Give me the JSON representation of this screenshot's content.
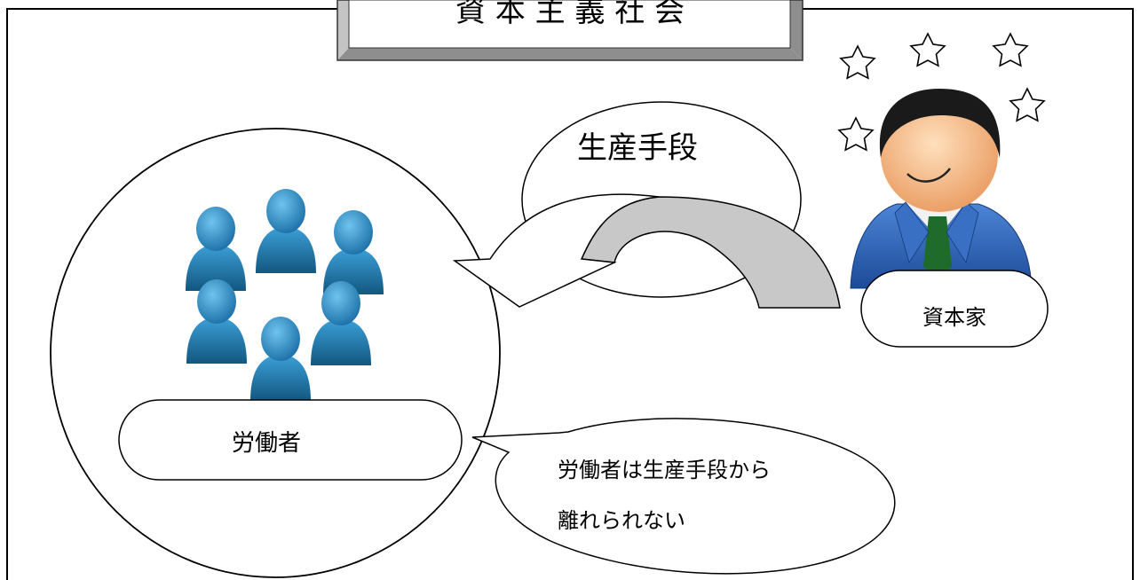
{
  "title": "資 本 主 義 社 会",
  "labels": {
    "means_of_production": "生産手段",
    "capitalist": "資本家",
    "workers": "労働者",
    "callout_line1": "労働者は生産手段から",
    "callout_line2": "離れられない"
  },
  "icons": {
    "workers_group": "people-group-icon",
    "capitalist": "businessman-icon",
    "stars": "star-outline-icon"
  },
  "colors": {
    "worker_blue": "#2a86bf",
    "suit_blue": "#2f63b4",
    "tie_green": "#1e6b2c",
    "arrow_gray": "#c8c8c8",
    "title_frame_gray": "#9e9e9e"
  }
}
